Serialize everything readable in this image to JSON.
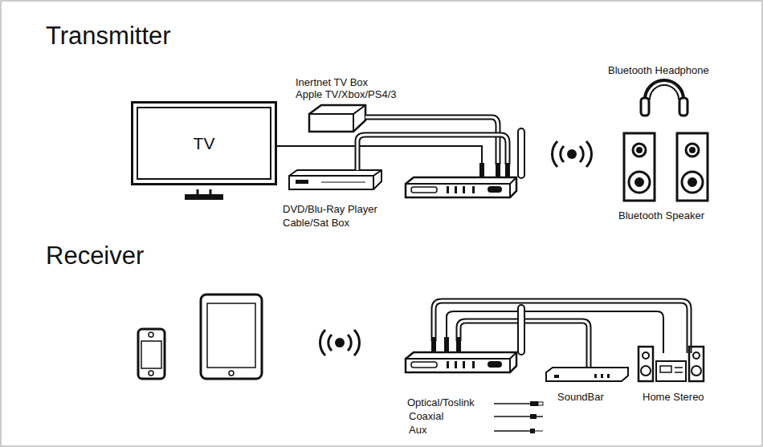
{
  "diagram": {
    "nodes": [
      {
        "text": [
          "TV"
        ]
      }
    ],
    "labels": [
      "Transmitter",
      "Inertnet TV Box",
      "Apple TV/Xbox/PS4/3",
      "DVD/Blu-Ray Player",
      "Cable/Sat Box",
      "Bluetooth Headphone",
      "Bluetooth Speaker",
      "Receiver",
      "SoundBar",
      "Home Stereo"
    ],
    "legend": [
      {
        "text": "Optical/Toslink"
      },
      {
        "text": "Coaxial"
      },
      {
        "text": "Aux"
      }
    ]
  }
}
